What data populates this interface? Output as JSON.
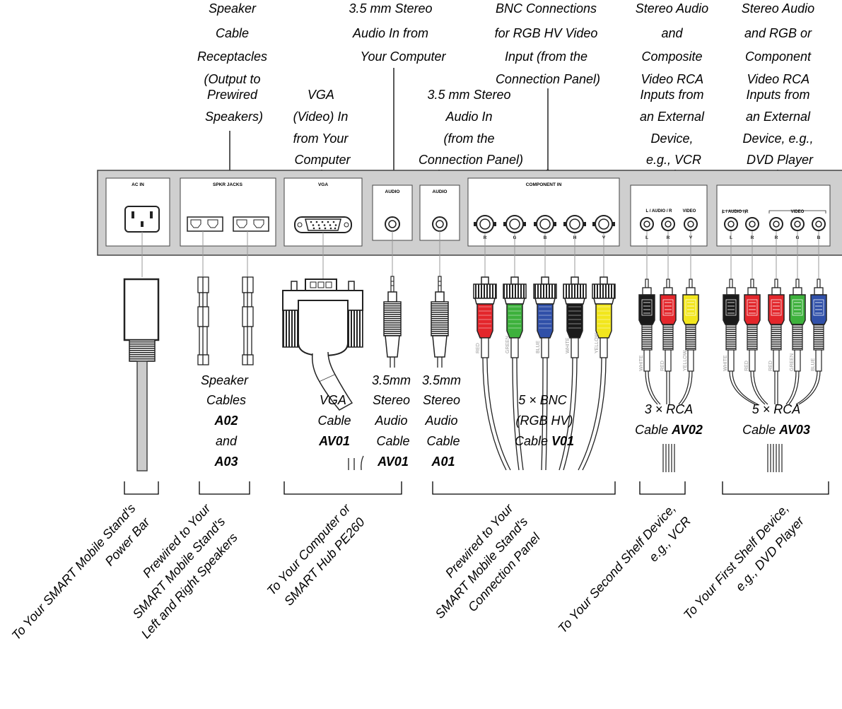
{
  "top_labels": {
    "speaker_receptacles": [
      "Speaker",
      "Cable",
      "Receptacles",
      "(Output to",
      "Prewired",
      "Speakers)"
    ],
    "vga_in": [
      "VGA",
      "(Video) In",
      "from Your",
      "Computer"
    ],
    "audio_in_computer": [
      "3.5 mm Stereo",
      "Audio In from",
      "Your Computer"
    ],
    "audio_in_panel": [
      "3.5 mm Stereo",
      "Audio In",
      "(from the",
      "Connection Panel)"
    ],
    "bnc_connections": [
      "BNC Connections",
      "for RGB HV Video",
      "Input (from the",
      "Connection Panel)"
    ],
    "composite_inputs": [
      "Stereo Audio",
      "and",
      "Composite",
      "Video RCA",
      "Inputs from",
      "an External",
      "Device,",
      "e.g., VCR"
    ],
    "component_inputs": [
      "Stereo Audio",
      "and RGB or",
      "Component",
      "Video RCA",
      "Inputs from",
      "an External",
      "Device, e.g.,",
      "DVD Player"
    ]
  },
  "panel_labels": {
    "ac_in": "AC IN",
    "spkr_jacks": "SPKR JACKS",
    "vga": "VGA",
    "audio_1": "AUDIO",
    "audio_2": "AUDIO",
    "component_in": "COMPONENT IN",
    "l_audio_r_1": "L / AUDIO / R",
    "video_1": "VIDEO",
    "l_audio_r_2": "L / AUDIO / R",
    "video_2": "VIDEO"
  },
  "jack_labels": {
    "bnc": [
      "R",
      "G",
      "B",
      "H",
      "V"
    ],
    "rca_vcr": [
      "L",
      "R",
      "V"
    ],
    "rca_dvd": [
      "L",
      "R",
      "R",
      "G",
      "B"
    ]
  },
  "cord_labels": {
    "bnc": [
      "RED",
      "GREEN",
      "BLUE",
      "WHITE",
      "YELLOW"
    ],
    "rca_vcr": [
      "WHITE",
      "RED",
      "YELLOW"
    ],
    "rca_dvd": [
      "WHITE",
      "RED",
      "RED",
      "GREEN",
      "BLUE"
    ]
  },
  "cable_labels": {
    "speaker": {
      "l1": "Speaker",
      "l2": "Cables",
      "code1": "A02",
      "l3": "and",
      "code2": "A03"
    },
    "vga": {
      "l1": "VGA",
      "l2": "Cable",
      "code": "AV01"
    },
    "audio_computer": {
      "l1": "3.5mm",
      "l2": "Stereo",
      "l3": "Audio",
      "l4": "Cable",
      "code": "AV01"
    },
    "audio_panel": {
      "l1": "3.5mm",
      "l2": "Stereo",
      "l3": "Audio",
      "l4": "Cable",
      "code": "A01"
    },
    "bnc": {
      "l1": "5 × BNC",
      "l2": "(RGB HV)",
      "l3": "Cable ",
      "code": "V01"
    },
    "rca3": {
      "l1": "3 × RCA",
      "l2": "Cable ",
      "code": "AV02"
    },
    "rca5": {
      "l1": "5 × RCA",
      "l2": "Cable ",
      "code": "AV03"
    }
  },
  "destination_labels": {
    "power": [
      "To Your SMART Mobile Stand's",
      "Power Bar"
    ],
    "speakers": [
      "Prewired to Your",
      "SMART Mobile Stand's",
      "Left and Right Speakers"
    ],
    "computer": [
      "To Your Computer or",
      "SMART Hub PE260"
    ],
    "panel": [
      "Prewired to Your",
      "SMART Mobile Stand's",
      "Connection Panel"
    ],
    "second_shelf": [
      "To Your Second Shelf Device,",
      "e.g., VCR"
    ],
    "first_shelf": [
      "To Your First Shelf Device,",
      "e.g., DVD Player"
    ]
  },
  "colors": {
    "red": "#e3262b",
    "green": "#3db13c",
    "blue": "#3050a8",
    "black": "#1a1a1a",
    "yellow": "#f2e61d",
    "white": "#ffffff",
    "panel": "#cfcfcf"
  }
}
